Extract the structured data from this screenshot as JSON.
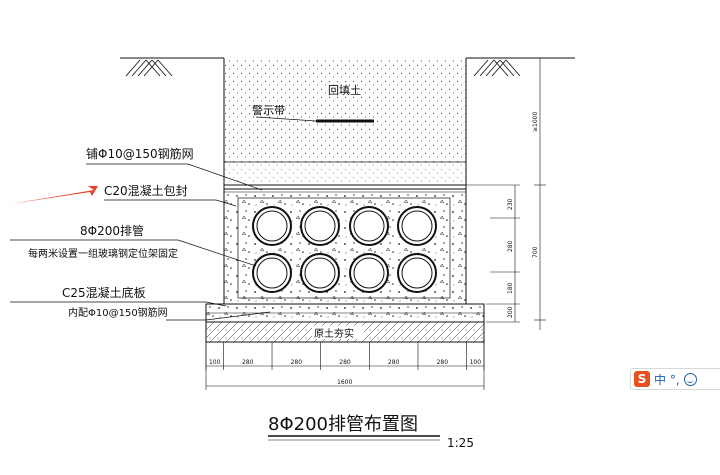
{
  "labels": {
    "backfill": "回填土",
    "warning_tape": "警示带",
    "mesh_top": "铺Φ10@150钢筋网",
    "c20": "C20混凝土包封",
    "pipe": "8Φ200排管",
    "support": "每两米设置一组玻璃钢定位架固定",
    "c25": "C25混凝土底板",
    "mesh_bottom": "内配Φ10@150钢筋网",
    "soil": "原土夯实"
  },
  "dimensions": {
    "right_top": "≥1000",
    "right_mid_1": "230",
    "right_mid_2": "280",
    "right_mid_3": "180",
    "right_total": "700",
    "right_bottom": "200",
    "bottom_segments": [
      "100",
      "280",
      "280",
      "280",
      "280",
      "280",
      "100"
    ],
    "bottom_total": "1600"
  },
  "title": {
    "text": "8Φ200排管布置图",
    "scale": "1:25"
  },
  "ime": {
    "logo": "S",
    "text": "中 °,"
  },
  "colors": {
    "arrow": "#e8402a",
    "line": "#111111"
  }
}
